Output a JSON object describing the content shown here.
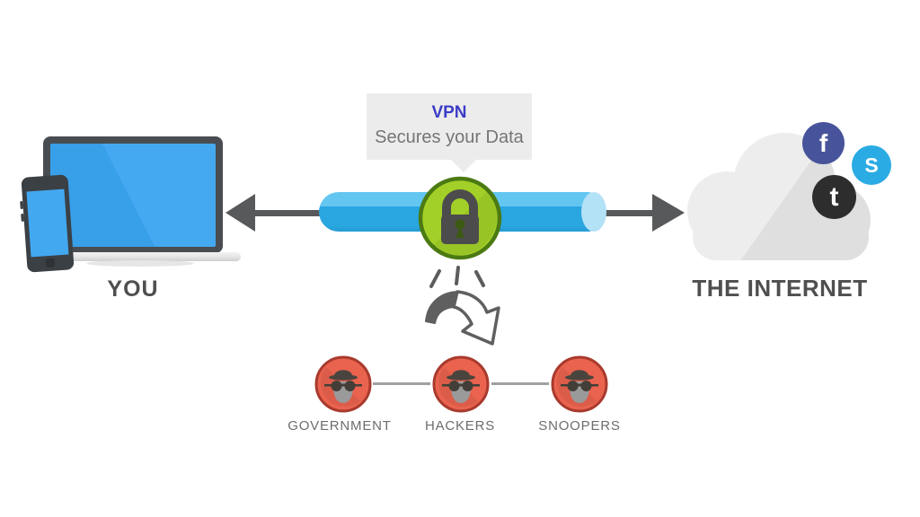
{
  "diagram": {
    "tooltip": {
      "title": "VPN",
      "subtitle": "Secures your Data"
    },
    "you": {
      "label": "YOU"
    },
    "internet": {
      "label": "THE INTERNET"
    },
    "threats": [
      {
        "label": "GOVERNMENT"
      },
      {
        "label": "HACKERS"
      },
      {
        "label": "SNOOPERS"
      }
    ],
    "social": [
      {
        "name": "facebook",
        "glyph": "f",
        "color": "#47549b"
      },
      {
        "name": "skype",
        "glyph": "S",
        "color": "#2aabe3"
      },
      {
        "name": "twitter",
        "glyph": "t",
        "color": "#2d2d2d"
      }
    ],
    "colors": {
      "tunnel_blue": "#2aa6e0",
      "tunnel_blue_light": "#63c6f1",
      "tunnel_cap": "#b3e1f6",
      "lock_green": "#a2d028",
      "lock_green_border": "#4b7a13",
      "lock_body_gray": "#4c4c4c",
      "threat_orange": "#e9634e",
      "threat_border": "#a83a2d",
      "arrow_gray": "#58595b",
      "device_screen_blue": "#42a8f0",
      "device_frame_gray": "#494d51",
      "cloud_gray": "#e7e7e7",
      "bubble_gray": "#ececec",
      "vpn_text_blue": "#3c3cc8",
      "label_gray": "#4f4f4f"
    }
  }
}
